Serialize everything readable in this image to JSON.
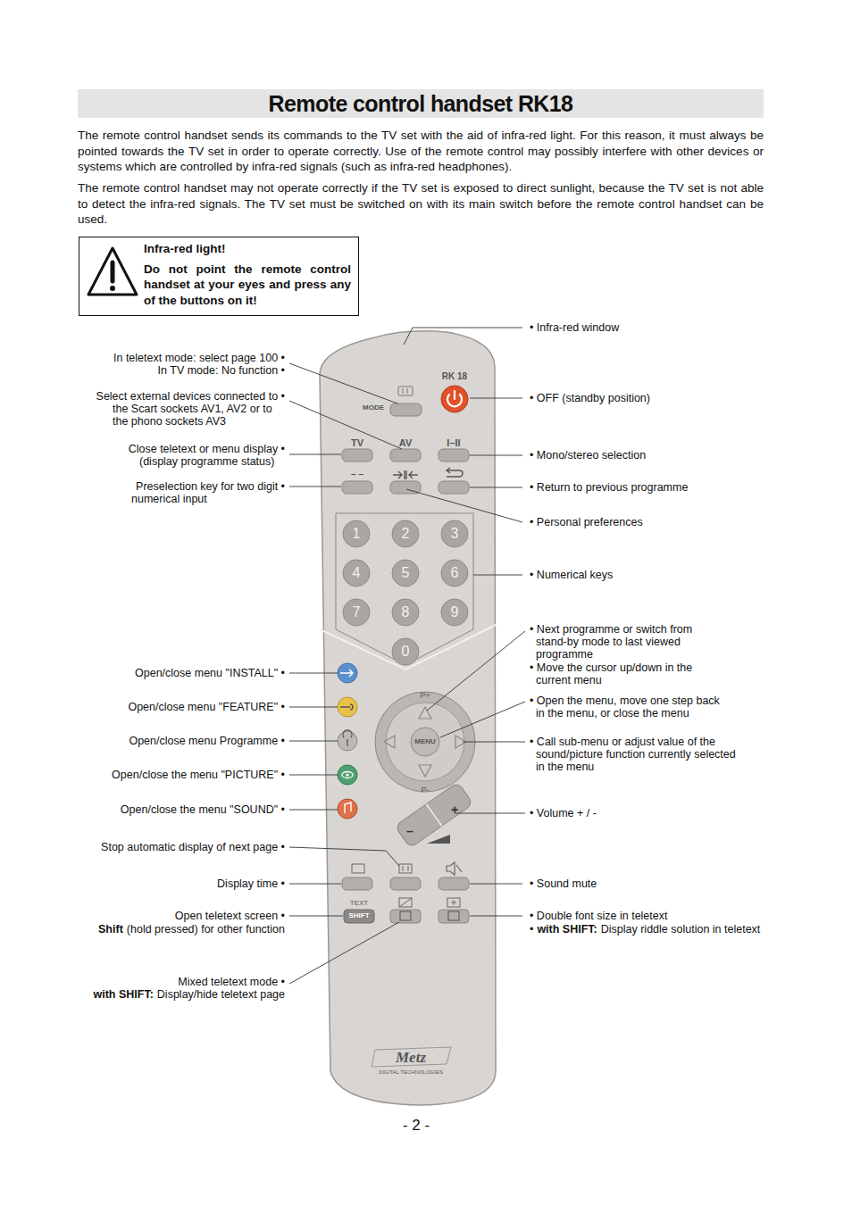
{
  "diagram": {
    "title": "Remote control handset RK18",
    "nodes": [
      {
        "text": [
          "Infra-red light!",
          "Do not point the remote control handset at your eyes and press any of the buttons on it!"
        ]
      }
    ],
    "labels": [
      "The remote control handset sends its commands to the TV set with the aid of infra-red light. For this reason, it must always be pointed towards the TV set in order to operate correctly. Use of the remote control may possibly interfere with other devices or systems which are controlled by infra-red signals (such as infra-red headphones).",
      "The remote control handset may not operate correctly if the TV set is exposed to direct sunlight, because the TV set is not able to detect the infra-red signals. The TV set must be switched on with its main switch before the remote control handset can be used.",
      "• Infra-red window",
      "In teletext mode: select page 100 •",
      "In TV mode: No function •",
      "• OFF (standby position)",
      "Select external devices connected to •",
      "the Scart sockets AV1, AV2 or to",
      "the phono sockets AV3",
      "Close teletext or menu display •",
      "(display programme status)",
      "• Mono/stereo selection",
      "Preselection key for two digit •",
      "numerical input",
      "• Return to previous programme",
      "• Personal preferences",
      "• Numerical keys",
      "• Next programme or switch from",
      "stand-by mode to last viewed",
      "programme",
      "• Move the cursor up/down in the",
      "current menu",
      "Open/close menu \"INSTALL\" •",
      "• Open the menu, move one step back",
      "in the menu, or close the menu",
      "Open/close menu \"FEATURE\" •",
      "Open/close menu Programme •",
      "• Call sub-menu or adjust value of the",
      "sound/picture function currently selected",
      "in the menu",
      "Open/close the menu \"PICTURE\" •",
      "Open/close the menu \"SOUND\" •",
      "• Volume + / -",
      "Stop automatic display of next page •",
      "Display time •",
      "• Sound mute",
      "Open teletext screen •",
      "• Double font size in teletext",
      "Shift",
      "(hold pressed) for other function",
      "•",
      "with SHIFT:",
      "Display riddle solution in teletext",
      "Mixed teletext mode •",
      "with SHIFT:",
      "Display/hide teletext page",
      "RK 18",
      "MODE",
      "TV",
      "AV",
      "I–II",
      "– –",
      "1",
      "2",
      "3",
      "4",
      "5",
      "6",
      "7",
      "8",
      "9",
      "0",
      "P+",
      "MENU",
      "P-",
      "+",
      "–",
      "TEXT",
      "SHIFT",
      "Metz",
      "DIGITAL TECHNOLOGIES",
      "- 2 -"
    ]
  }
}
